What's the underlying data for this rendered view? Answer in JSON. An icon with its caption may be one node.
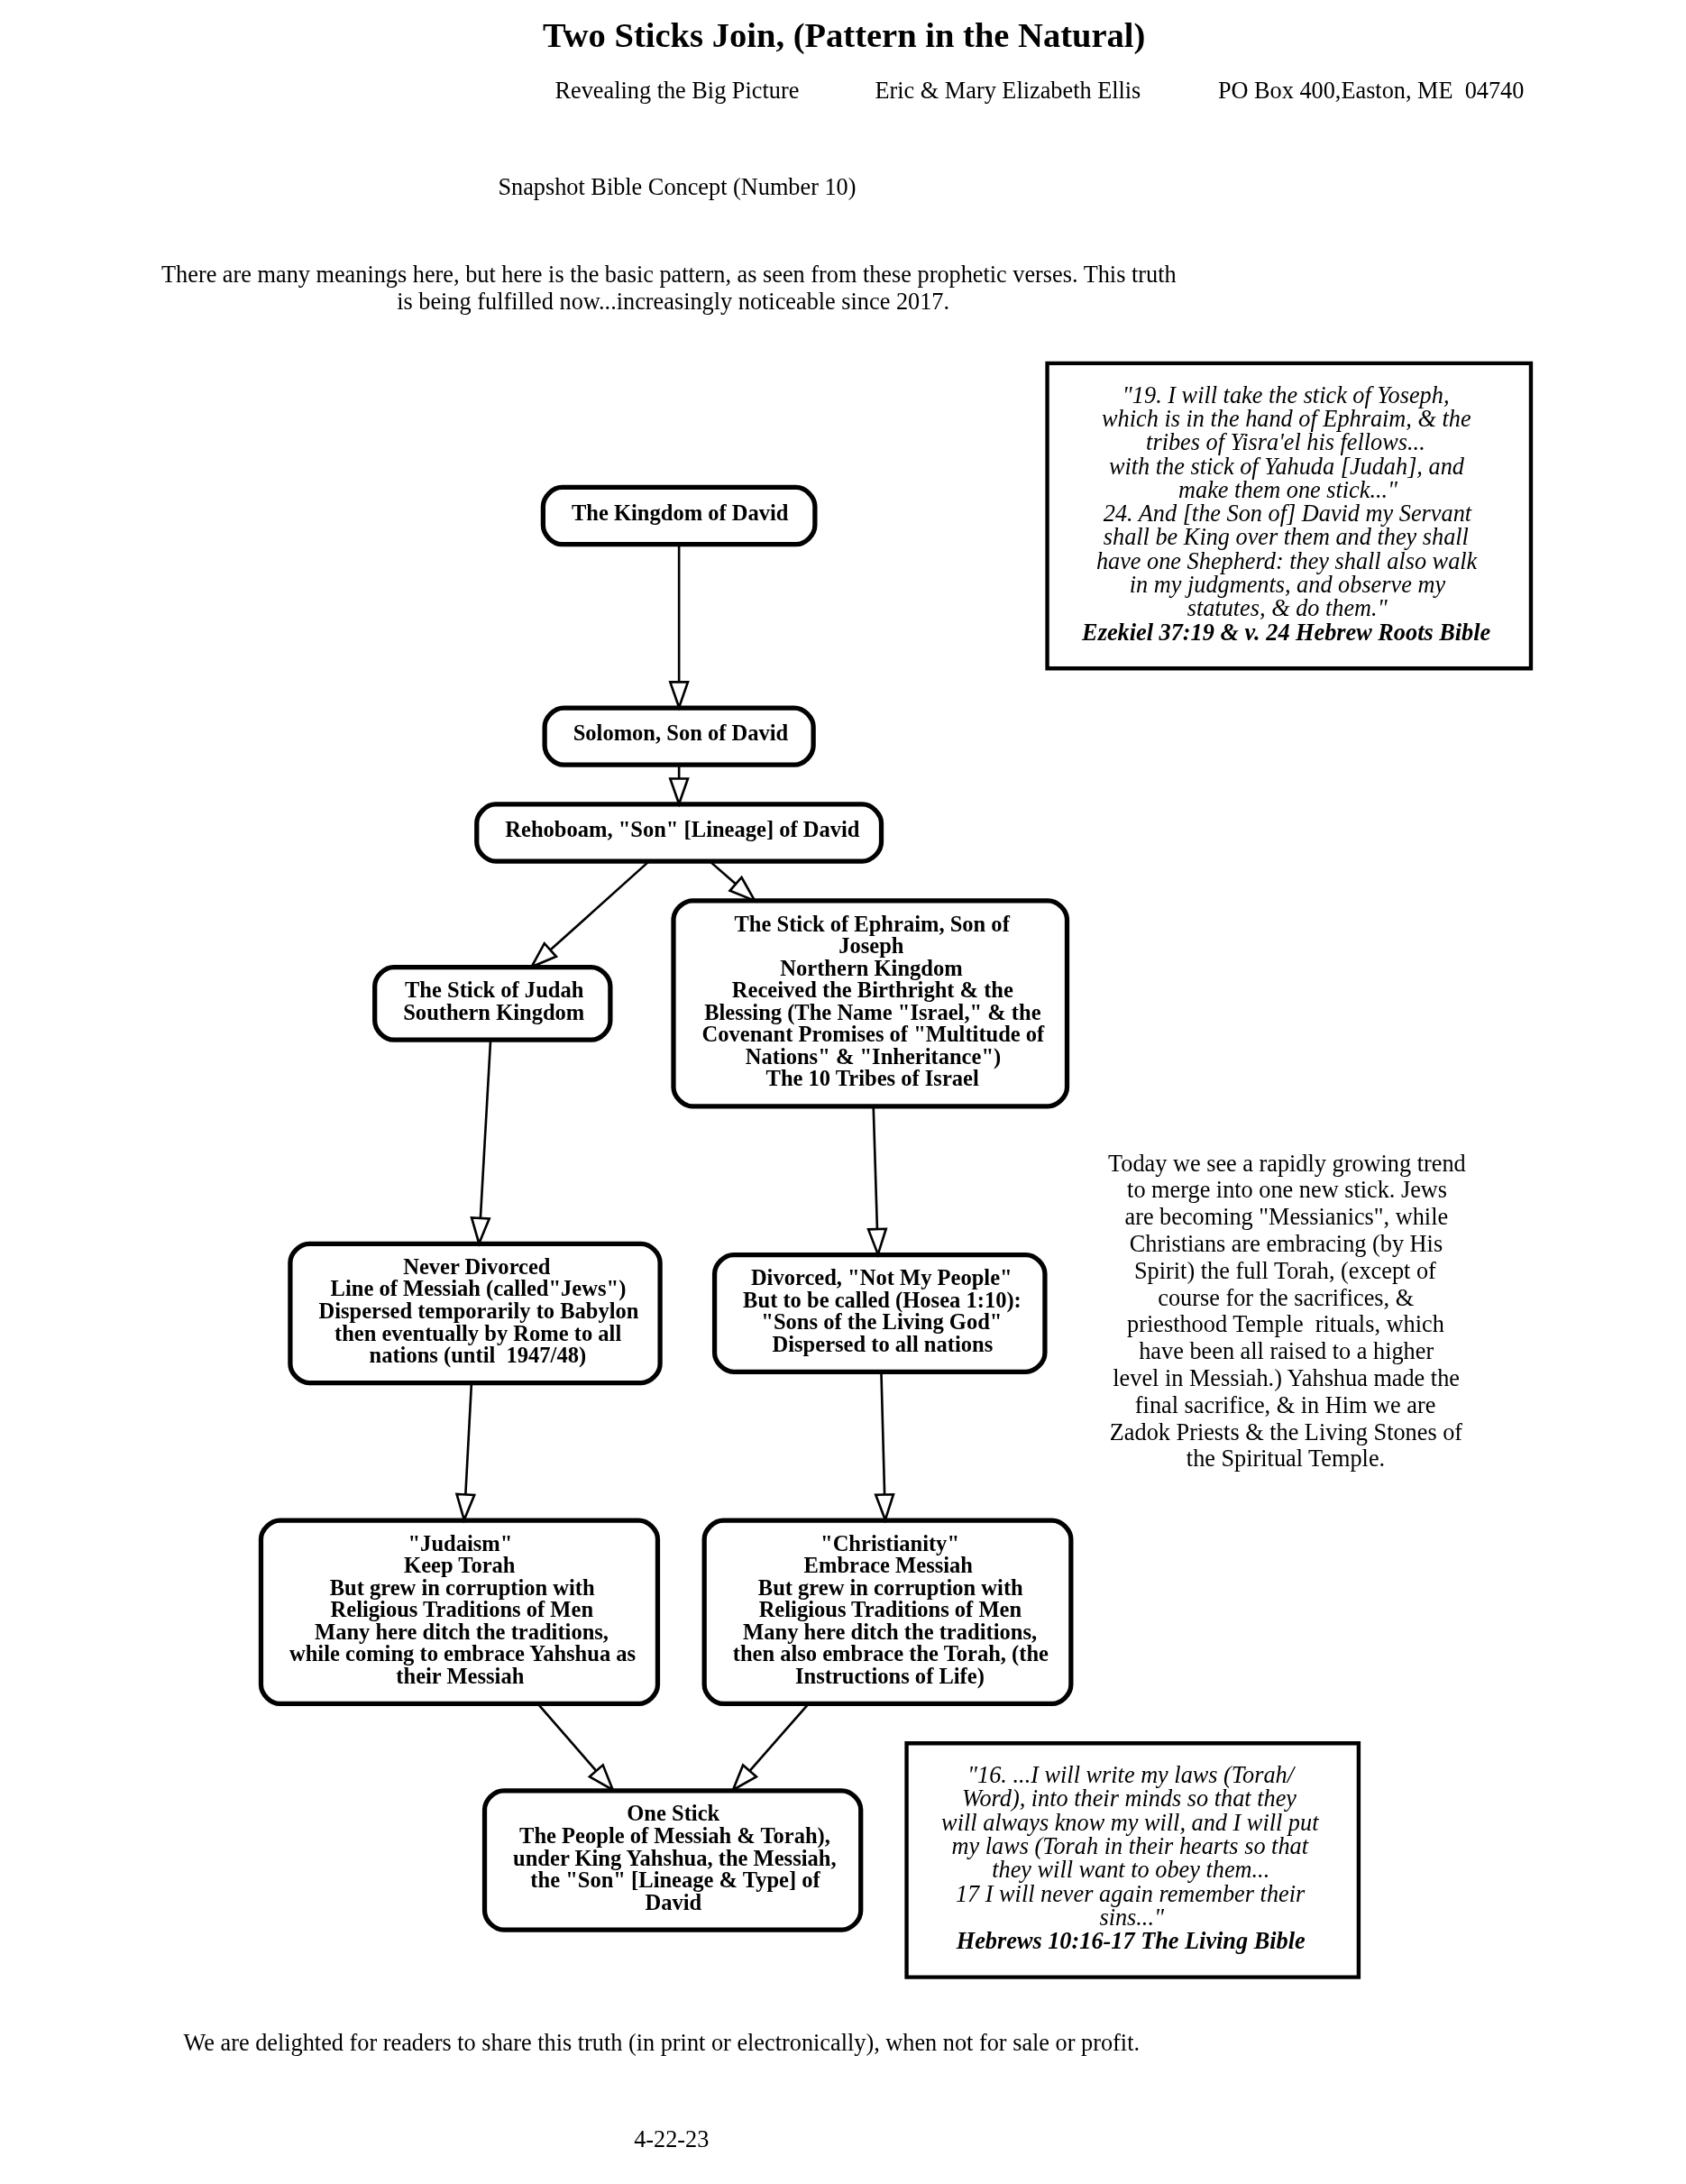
{
  "diagram": {
    "title": "Two Sticks Join, (Pattern in the Natural)",
    "nodes": [
      {
        "text": [
          "The Kingdom of David"
        ]
      },
      {
        "text": [
          "Solomon, Son of David"
        ]
      },
      {
        "text": [
          "Rehoboam, \"Son\" [Lineage] of David"
        ]
      },
      {
        "text": [
          "The Stick of Judah",
          "Southern Kingdom"
        ]
      },
      {
        "text": [
          "The Stick of Ephraim, Son of Joseph",
          "Northern Kingdom",
          "Received the Birthright & the Blessing (The Name \"Israel,\" & the Covenant Promises of \"Multitude of Nations\" & \"Inheritance\")",
          "The 10 Tribes of Israel"
        ]
      },
      {
        "text": [
          "Never Divorced",
          "Line of Messiah (called\"Jews\")",
          "Dispersed temporarily to Babylon then eventually by Rome to all nations (until  1947/48)"
        ]
      },
      {
        "text": [
          "Divorced, \"Not My People\"",
          "But to be called (Hosea 1:10): \"Sons of the Living God\"",
          "Dispersed to all nations"
        ]
      },
      {
        "text": [
          "\"Judaism\"",
          "Keep Torah",
          "But grew in corruption with Religious Traditions of Men",
          "Many here ditch the traditions, while coming to embrace Yahshua as their Messiah"
        ]
      },
      {
        "text": [
          "\"Christianity\"",
          "Embrace Messiah",
          "But grew in corruption with Religious Traditions of Men",
          "Many here ditch the traditions, then also embrace the Torah, (the Instructions of Life)"
        ]
      },
      {
        "text": [
          "One Stick",
          "The People of Messiah & Torah), under King Yahshua, the Messiah, the \"Son\" [Lineage & Type] of David"
        ]
      },
      {
        "text": [
          "\"19. I will take the stick of Yoseph, which is in the hand of Ephraim, & the tribes of Yisra'el his fellows...",
          "with the stick of Yahuda [Judah], and make them one stick...\"",
          "24. And [the Son of] David my Servant shall be King over them and they shall have one Shepherd: they shall also walk in my judgments, and observe my statutes, & do them.\"",
          "Ezekiel 37:19 & v. 24 Hebrew Roots Bible"
        ]
      },
      {
        "text": [
          "\"16. ...I will write my laws (Torah/ Word), into their minds so that they will always know my will, and I will put my laws (Torah in their hearts so that they will want to obey them...",
          "17 I will never again remember their sins...\"",
          "Hebrews 10:16-17 The Living Bible"
        ]
      }
    ],
    "edges": [
      {
        "from": 0,
        "to": 1,
        "arrow": "to"
      },
      {
        "from": 1,
        "to": 2,
        "arrow": "to"
      },
      {
        "from": 2,
        "to": 3,
        "arrow": "to"
      },
      {
        "from": 2,
        "to": 4,
        "arrow": "to"
      },
      {
        "from": 3,
        "to": 5,
        "arrow": "to"
      },
      {
        "from": 4,
        "to": 6,
        "arrow": "to"
      },
      {
        "from": 5,
        "to": 7,
        "arrow": "to"
      },
      {
        "from": 6,
        "to": 8,
        "arrow": "to"
      },
      {
        "from": 7,
        "to": 9,
        "arrow": "to"
      },
      {
        "from": 8,
        "to": 9,
        "arrow": "to"
      }
    ],
    "labels": [
      "Revealing the Big Picture",
      "Eric & Mary Elizabeth Ellis",
      "PO Box 400,Easton, ME  04740",
      "Snapshot Bible Concept (Number 10)",
      "There are many meanings here, but here is the basic pattern, as seen from these prophetic verses. This truth is being fulfilled now...increasingly noticeable since 2017.",
      "Today we see a rapidly growing trend to merge into one new stick. Jews are becoming \"Messianics\", while Christians are embracing (by His Spirit) the full Torah, (except of course for the sacrifices, & priesthood Temple  rituals, which have been all raised to a higher level in Messiah.) Yahshua made the final sacrifice, & in Him we are Zadok Priests & the Living Stones of the Spiritual Temple.",
      "We are delighted for readers to share this truth (in print or electronically), when not for sale or profit.",
      "4-22-23"
    ]
  }
}
